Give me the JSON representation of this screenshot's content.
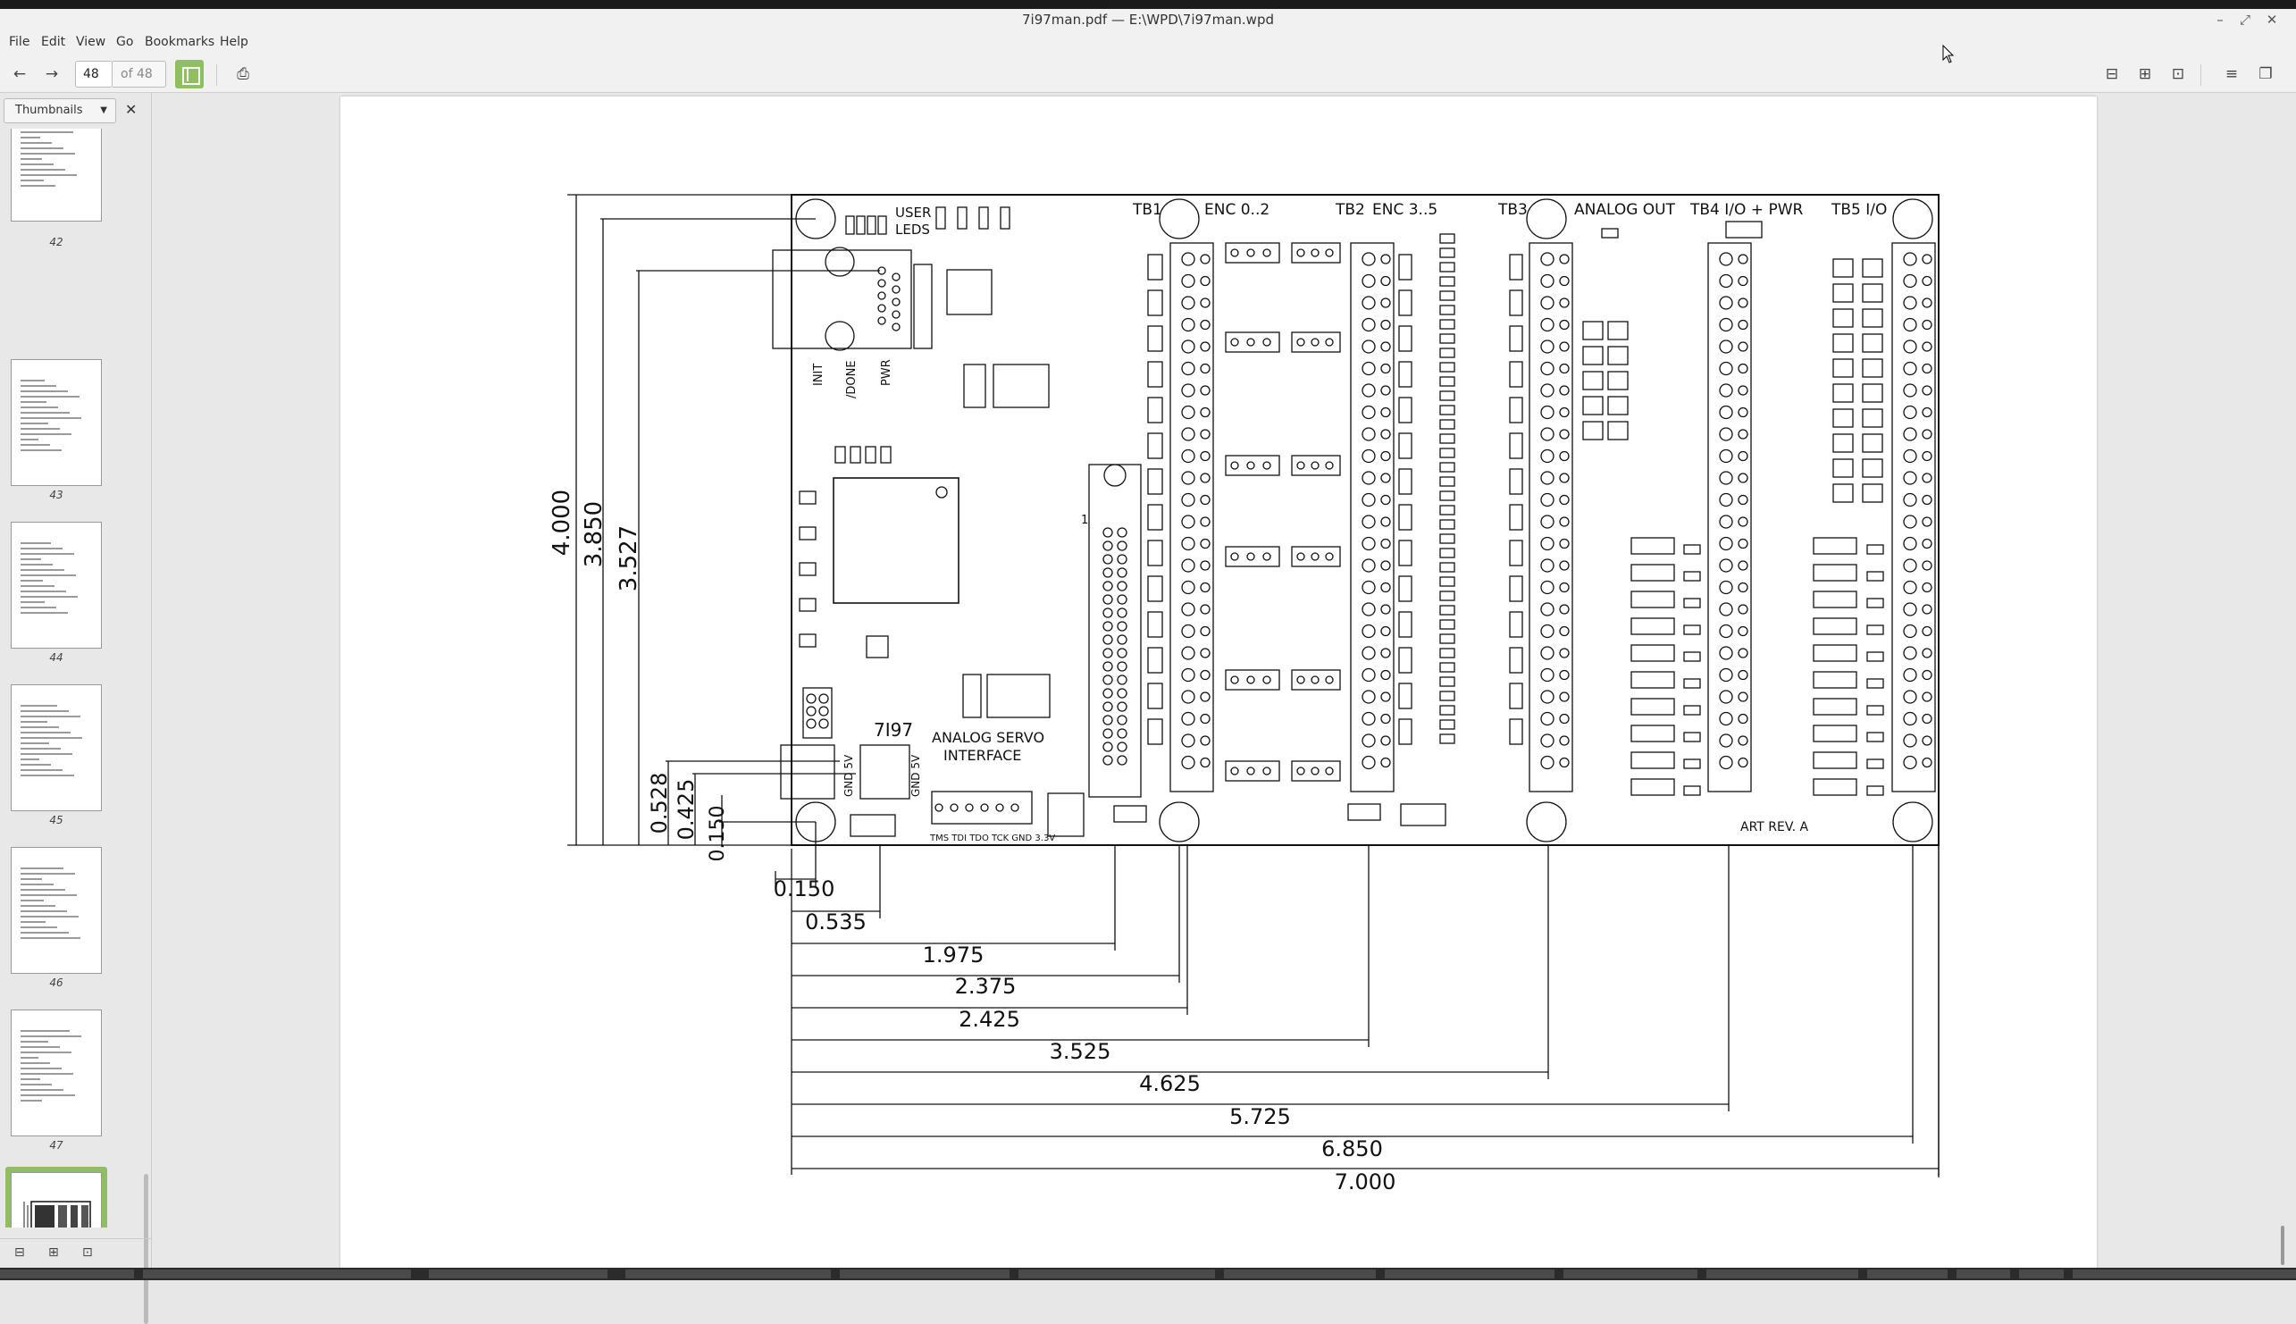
{
  "window": {
    "title": "7i97man.pdf — E:\\WPD\\7i97man.wpd"
  },
  "menu": {
    "file": "File",
    "edit": "Edit",
    "view": "View",
    "go": "Go",
    "bookmarks": "Bookmarks",
    "help": "Help"
  },
  "toolbar": {
    "page_value": "48",
    "page_of": "of 48"
  },
  "sidebar": {
    "mode": "Thumbnails",
    "thumbnails": [
      {
        "label": "42"
      },
      {
        "label": "43"
      },
      {
        "label": "44"
      },
      {
        "label": "45"
      },
      {
        "label": "46"
      },
      {
        "label": "47"
      },
      {
        "label": "48"
      }
    ],
    "selected": "48"
  },
  "drawing": {
    "top_labels": {
      "user_leds": [
        "USER",
        "LEDS"
      ],
      "tb1": "TB1",
      "enc02": "ENC 0..2",
      "tb2": "TB2",
      "enc35": "ENC 3..5",
      "tb3": "TB3",
      "analog_out": "ANALOG OUT",
      "tb4": "TB4 I/O + PWR",
      "tb5": "TB5 I/O"
    },
    "board_labels": {
      "init": "INIT",
      "done": "/DONE",
      "pwr": "PWR",
      "model": "7I97",
      "title_line1": "ANALOG SERVO",
      "title_line2": "INTERFACE",
      "gnd5v_a": "GND 5V",
      "gnd5v_b": "GND 5V",
      "jtag": "TMS TDI TDO TCK GND 3.3V",
      "art_rev": "ART REV. A",
      "pin1": "1"
    },
    "vertical_dims": [
      "4.000",
      "3.850",
      "3.527",
      "0.528",
      "0.425",
      "0.150",
      "0.150"
    ],
    "horizontal_dims": [
      "0.150",
      "0.535",
      "1.975",
      "2.375",
      "2.425",
      "3.525",
      "4.625",
      "5.725",
      "6.850",
      "7.000"
    ]
  }
}
